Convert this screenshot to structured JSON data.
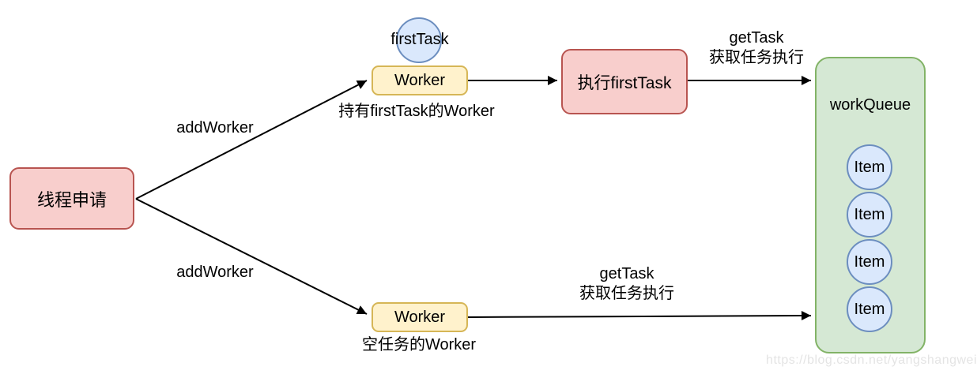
{
  "colors": {
    "pink_fill": "#f8cecc",
    "pink_border": "#b85450",
    "yellow_fill": "#fff2cc",
    "yellow_border": "#d6b656",
    "green_fill": "#d5e8d4",
    "green_border": "#82b366",
    "blue_fill": "#dae8fc",
    "blue_border": "#6c8ebf",
    "arrow": "#000000",
    "watermark": "#e4e4e4"
  },
  "nodes": {
    "thread_request": "线程申请",
    "first_task": "firstTask",
    "worker_top": "Worker",
    "worker_bottom": "Worker",
    "exec_first_task": "执行firstTask",
    "work_queue": "workQueue",
    "items": [
      "Item",
      "Item",
      "Item",
      "Item"
    ]
  },
  "labels": {
    "add_worker_top": "addWorker",
    "add_worker_bottom": "addWorker",
    "holds_first_task": "持有firstTask的Worker",
    "empty_task_worker": "空任务的Worker",
    "get_task_top_line1": "getTask",
    "get_task_top_line2": "获取任务执行",
    "get_task_bottom_line1": "getTask",
    "get_task_bottom_line2": "获取任务执行"
  },
  "watermark": "https://blog.csdn.net/yangshangwei"
}
